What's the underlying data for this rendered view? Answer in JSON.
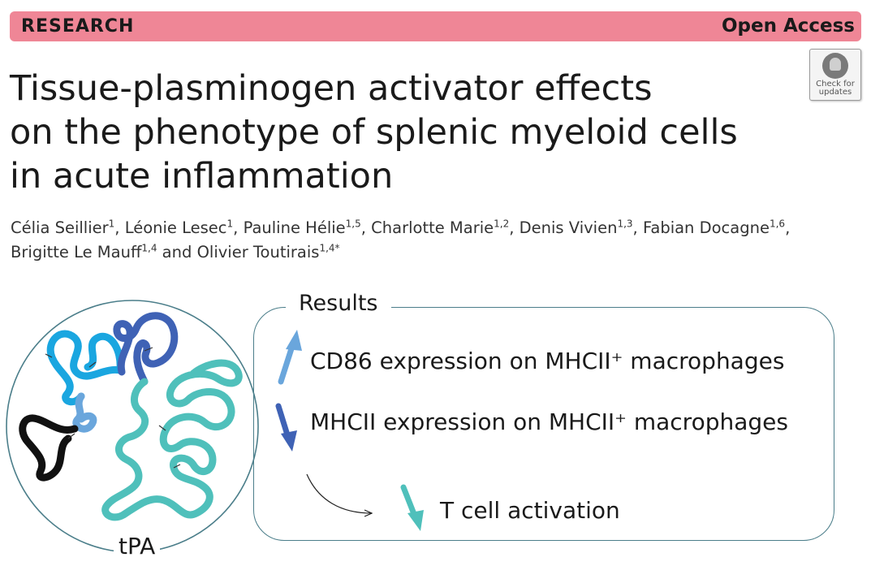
{
  "header": {
    "section": "RESEARCH",
    "access": "Open Access"
  },
  "badge": {
    "line1": "Check for",
    "line2": "updates"
  },
  "title": {
    "line1": "Tissue-plasminogen activator effects",
    "line2": "on the phenotype of splenic myeloid cells",
    "line3": "in acute inflammation"
  },
  "authors": [
    {
      "name": "Célia Seillier",
      "aff": "1"
    },
    {
      "name": "Léonie Lesec",
      "aff": "1"
    },
    {
      "name": "Pauline Hélie",
      "aff": "1,5"
    },
    {
      "name": "Charlotte Marie",
      "aff": "1,2"
    },
    {
      "name": "Denis Vivien",
      "aff": "1,3"
    },
    {
      "name": "Fabian Docagne",
      "aff": "1,6"
    },
    {
      "name": "Brigitte Le Mauff",
      "aff": "1,4"
    },
    {
      "name": "Olivier Toutirais",
      "aff": "1,4*"
    }
  ],
  "authors_joiners": {
    "comma": ", ",
    "and": " and "
  },
  "graphic": {
    "molecule_label": "tPA",
    "results_title": "Results",
    "results": [
      {
        "text": "CD86 expression on MHCII⁺ macrophages",
        "direction": "up",
        "color": "#6aa6dc"
      },
      {
        "text": "MHCII expression on MHCII⁺ macrophages",
        "direction": "down",
        "color": "#3f62b5"
      },
      {
        "text": "T cell activation",
        "direction": "down",
        "color": "#4fc0bb"
      }
    ],
    "colors": {
      "banner": "#ef8696",
      "box_border": "#4b7e8a",
      "domain_light_blue": "#1aa6e0",
      "domain_dark_blue": "#3f62b5",
      "domain_pale_blue": "#6aa6dc",
      "domain_teal": "#4fc0bb",
      "domain_black": "#111111"
    }
  }
}
